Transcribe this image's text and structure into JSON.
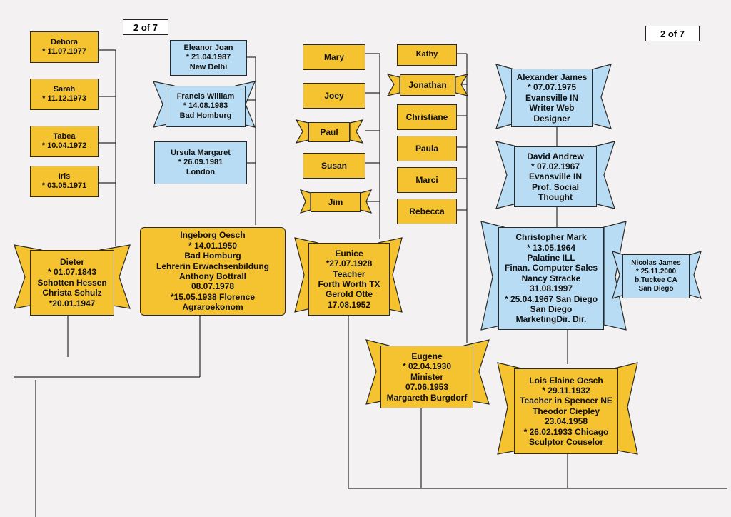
{
  "page_labels": {
    "left": "2 of  7",
    "right": "2 of 7"
  },
  "people": {
    "debora": [
      "Debora",
      "* 11.07.1977"
    ],
    "sarah": [
      "Sarah",
      "* 11.12.1973"
    ],
    "tabea": [
      "Tabea",
      "* 10.04.1972"
    ],
    "iris": [
      "Iris",
      "* 03.05.1971"
    ],
    "dieter": [
      "Dieter",
      "* 01.07.1843",
      "Schotten Hessen",
      "Christa Schulz",
      "*20.01.1947"
    ],
    "eleanor": [
      "Eleanor Joan",
      "* 21.04.1987",
      "New Delhi"
    ],
    "francis": [
      "Francis William",
      "* 14.08.1983",
      "Bad Homburg"
    ],
    "ursula": [
      "Ursula Margaret",
      "* 26.09.1981",
      "London"
    ],
    "ingeborg": [
      "Ingeborg Oesch",
      "* 14.01.1950",
      "Bad Homburg",
      "Lehrerin Erwachsenbildung",
      "Anthony Bottrall",
      "08.07.1978",
      "*15.05.1938 Florence",
      "Agraroekonom"
    ],
    "mary": [
      "Mary"
    ],
    "joey": [
      "Joey"
    ],
    "paul": [
      "Paul"
    ],
    "susan": [
      "Susan"
    ],
    "jim": [
      "Jim"
    ],
    "eunice": [
      "Eunice",
      "*27.07.1928",
      "Teacher",
      "Forth Worth TX",
      "Gerold Otte",
      "17.08.1952"
    ],
    "kathy": [
      "Kathy"
    ],
    "jonathan": [
      "Jonathan"
    ],
    "christiane": [
      "Christiane"
    ],
    "paula": [
      "Paula"
    ],
    "marci": [
      "Marci"
    ],
    "rebecca": [
      "Rebecca"
    ],
    "eugene": [
      "Eugene",
      "* 02.04.1930",
      "Minister",
      "07.06.1953",
      "Margareth Burgdorf"
    ],
    "alexander": [
      "Alexander James",
      "* 07.07.1975",
      "Evansville IN",
      "Writer Web",
      "Designer"
    ],
    "david": [
      "David Andrew",
      "* 07.02.1967",
      "Evansville IN",
      "Prof. Social",
      "Thought"
    ],
    "christopher": [
      "Christopher Mark",
      "* 13.05.1964",
      "Palatine ILL",
      "Finan. Computer Sales",
      "Nancy Stracke",
      "31.08.1997",
      "* 25.04.1967 San Diego",
      "San Diego",
      "MarketingDir. Dir."
    ],
    "nicolas": [
      "Nicolas James",
      "* 25.11.2000",
      "b.Tuckee CA",
      "San Diego"
    ],
    "lois": [
      "Lois Elaine Oesch",
      "* 29.11.1932",
      "Teacher in Spencer NE",
      "Theodor Ciepley",
      "23.04.1958",
      "* 26.02.1933 Chicago",
      "Sculptor Couselor"
    ]
  },
  "colors": {
    "yellow": "#f5c230",
    "blue": "#b8dcf3",
    "line": "#2a2a2a"
  }
}
